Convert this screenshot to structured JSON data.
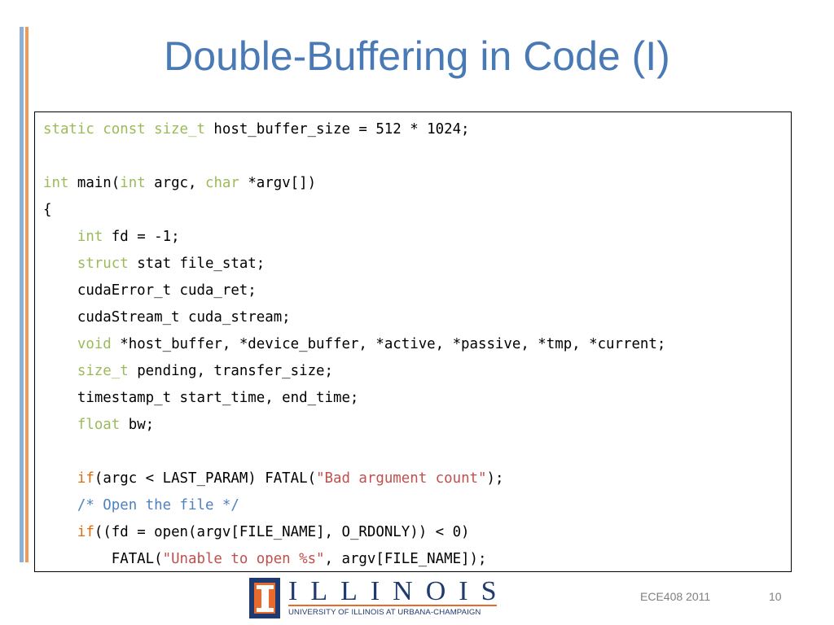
{
  "slide": {
    "title": "Double-Buffering in Code (I)",
    "course": "ECE408 2011",
    "page_number": "10"
  },
  "logo": {
    "wordmark": "ILLINOIS",
    "subtitle": "UNIVERSITY OF ILLINOIS AT URBANA-CHAMPAIGN"
  },
  "code": [
    [
      {
        "t": "kw",
        "v": "static const size_t"
      },
      {
        "t": "p",
        "v": " host_buffer_size = 512 * 1024;"
      }
    ],
    [],
    [
      {
        "t": "kw",
        "v": "int"
      },
      {
        "t": "p",
        "v": " main("
      },
      {
        "t": "kw",
        "v": "int"
      },
      {
        "t": "p",
        "v": " argc, "
      },
      {
        "t": "kw",
        "v": "char"
      },
      {
        "t": "p",
        "v": " *argv[])"
      }
    ],
    [
      {
        "t": "p",
        "v": "{"
      }
    ],
    [
      {
        "t": "p",
        "v": "    "
      },
      {
        "t": "kw",
        "v": "int"
      },
      {
        "t": "p",
        "v": " fd = -1;"
      }
    ],
    [
      {
        "t": "p",
        "v": "    "
      },
      {
        "t": "kw",
        "v": "struct"
      },
      {
        "t": "p",
        "v": " stat file_stat;"
      }
    ],
    [
      {
        "t": "p",
        "v": "    cudaError_t cuda_ret;"
      }
    ],
    [
      {
        "t": "p",
        "v": "    cudaStream_t cuda_stream;"
      }
    ],
    [
      {
        "t": "p",
        "v": "    "
      },
      {
        "t": "kw",
        "v": "void"
      },
      {
        "t": "p",
        "v": " *host_buffer, *device_buffer, *active, *passive, *tmp, *current;"
      }
    ],
    [
      {
        "t": "p",
        "v": "    "
      },
      {
        "t": "kw",
        "v": "size_t"
      },
      {
        "t": "p",
        "v": " pending, transfer_size;"
      }
    ],
    [
      {
        "t": "p",
        "v": "    timestamp_t start_time, end_time;"
      }
    ],
    [
      {
        "t": "p",
        "v": "    "
      },
      {
        "t": "kw",
        "v": "float"
      },
      {
        "t": "p",
        "v": " bw;"
      }
    ],
    [],
    [
      {
        "t": "p",
        "v": "    "
      },
      {
        "t": "ctl",
        "v": "if"
      },
      {
        "t": "p",
        "v": "(argc < LAST_PARAM) FATAL("
      },
      {
        "t": "str",
        "v": "\"Bad argument count\""
      },
      {
        "t": "p",
        "v": ");"
      }
    ],
    [
      {
        "t": "p",
        "v": "    "
      },
      {
        "t": "cmt",
        "v": "/* Open the file */"
      }
    ],
    [
      {
        "t": "p",
        "v": "    "
      },
      {
        "t": "ctl",
        "v": "if"
      },
      {
        "t": "p",
        "v": "((fd = open(argv[FILE_NAME], O_RDONLY)) < 0)"
      }
    ],
    [
      {
        "t": "p",
        "v": "        FATAL("
      },
      {
        "t": "str",
        "v": "\"Unable to open %s\""
      },
      {
        "t": "p",
        "v": ", argv[FILE_NAME]);"
      }
    ]
  ],
  "colors": {
    "title": "#4a7ab6",
    "keyword": "#9bbb59",
    "control": "#e36c0a",
    "comment": "#4f81bd",
    "string": "#c0504d"
  }
}
